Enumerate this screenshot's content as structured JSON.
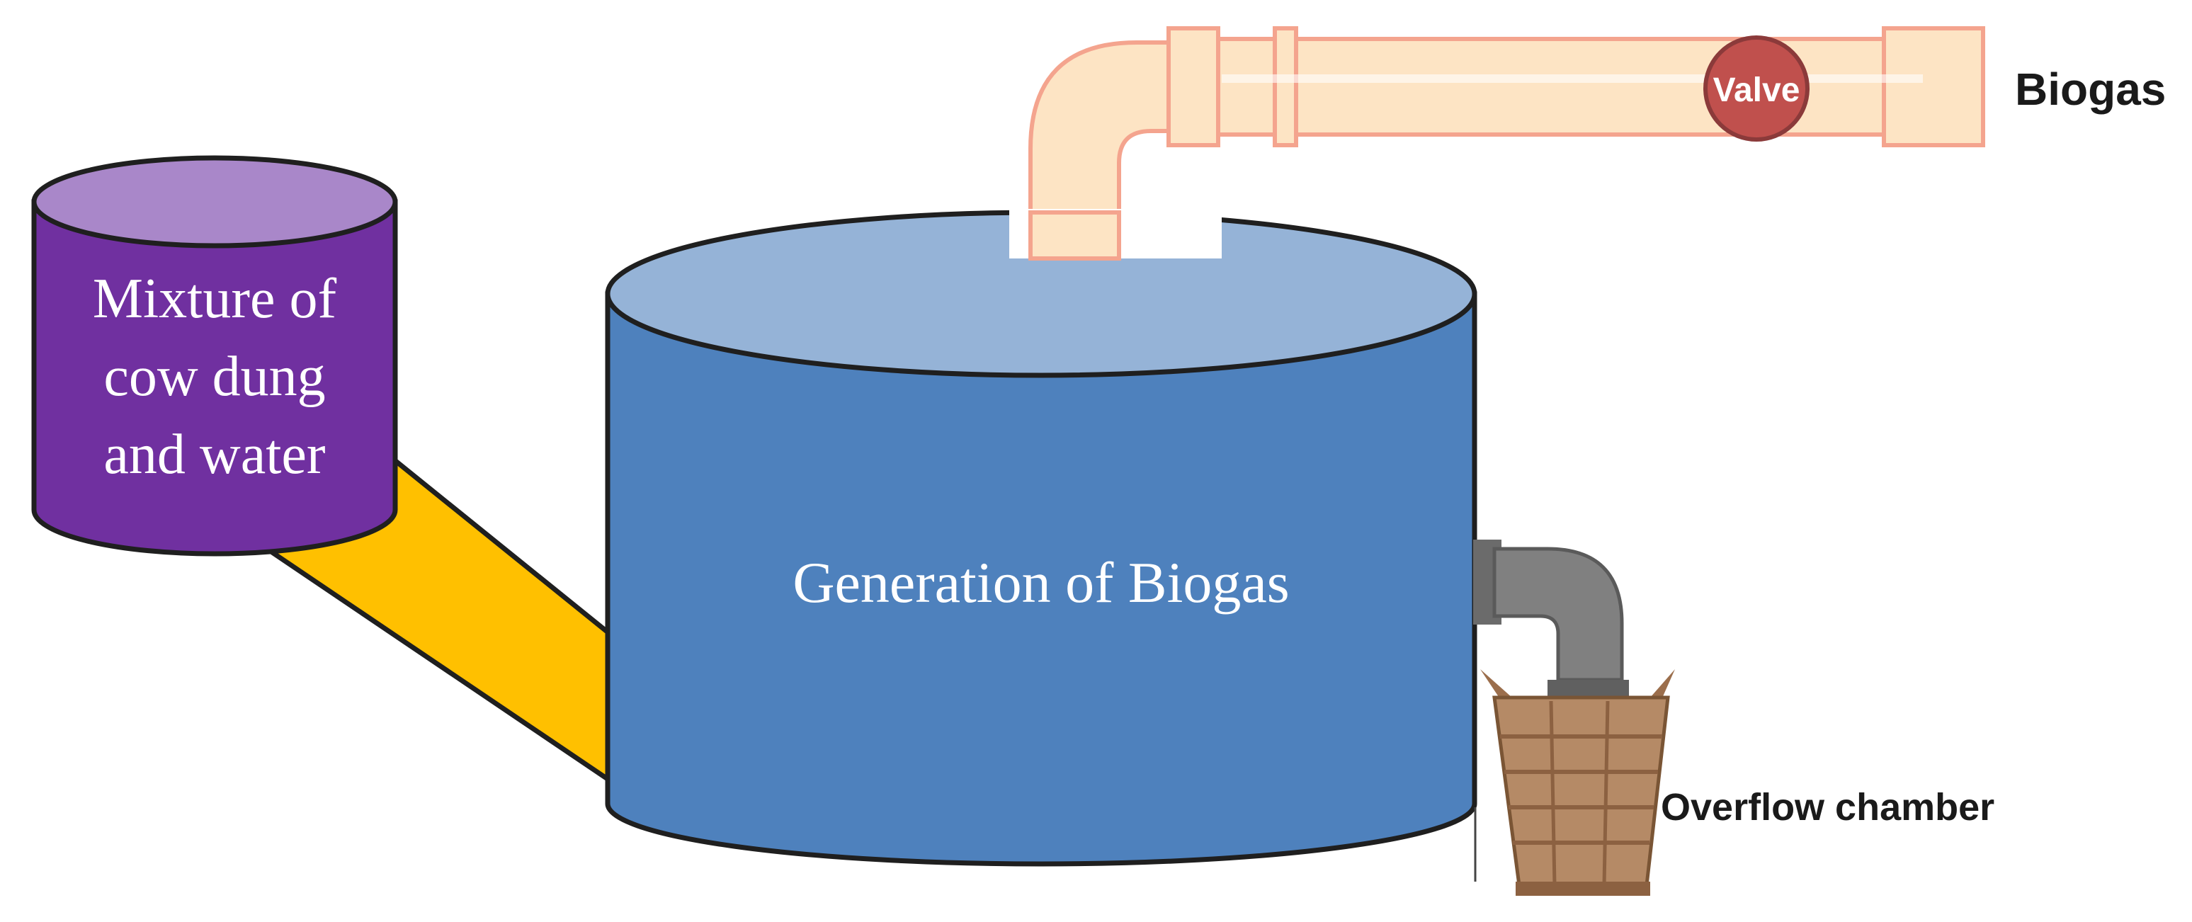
{
  "labels": {
    "inlet_line1": "Mixture of",
    "inlet_line2": "cow dung",
    "inlet_line3": "and water",
    "tank": "Generation of Biogas",
    "valve": "Valve",
    "gas_outlet": "Biogas",
    "overflow": "Overflow chamber"
  },
  "colors": {
    "inlet_cylinder": "#7030a0",
    "inlet_top": "#a987c9",
    "inlet_pipe": "#ffc000",
    "tank_body": "#4e81bd",
    "tank_top": "#95b3d7",
    "gas_pipe": "#fde4c4",
    "gas_pipe_outline": "#f4a48e",
    "valve": "#c0504d",
    "overflow_pipe": "#7f7f7f",
    "basket": "#b58a66"
  },
  "icons": {
    "valve": "valve-icon",
    "overflow_chamber": "basket-icon"
  }
}
